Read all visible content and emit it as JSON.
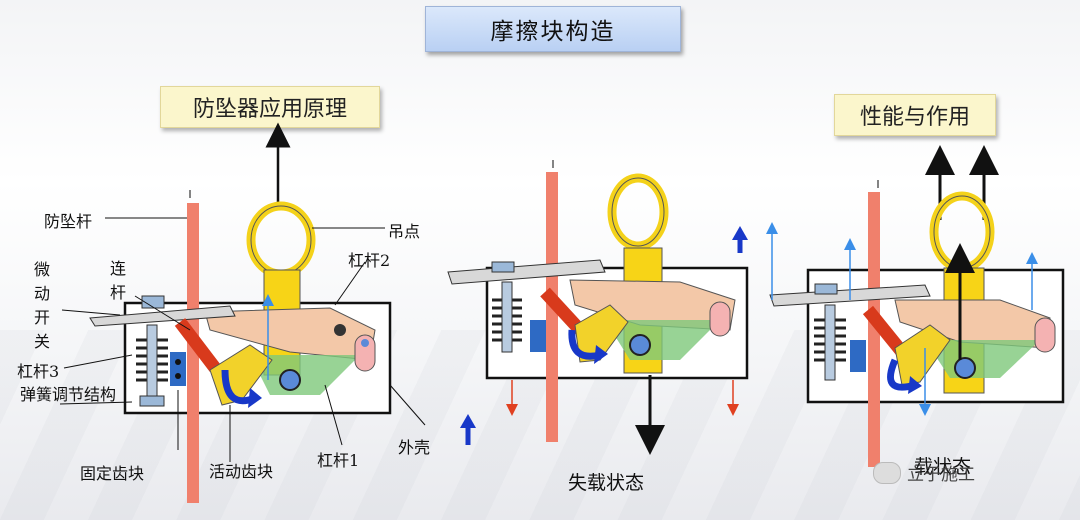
{
  "title": "摩擦块构造",
  "principle_box": "防坠器应用原理",
  "performance_box": "性能与作用",
  "labels": {
    "anti_fall_rod": "防坠杆",
    "lifting_point": "吊点",
    "lever2": "杠杆2",
    "link_rod": "连杆",
    "micro_switch": "微动开关",
    "lever3": "杠杆3",
    "spring_adjust": "弹簧调节结构",
    "fixed_block": "固定齿块",
    "movable_block": "活动齿块",
    "lever1": "杠杆1",
    "housing": "外壳"
  },
  "captions": {
    "lose_load": "失载状态",
    "load_partial": "载状态"
  },
  "watermark": "立于施工",
  "colors": {
    "rod": "#f0806c",
    "yellow": "#f7d417",
    "ring": "#f4d21a",
    "blue_arrow": "#1838c8",
    "red_arrow": "#e04020",
    "lever": "#f3c8a8",
    "green": "#7ec87a",
    "pink": "#f4b2b2"
  }
}
